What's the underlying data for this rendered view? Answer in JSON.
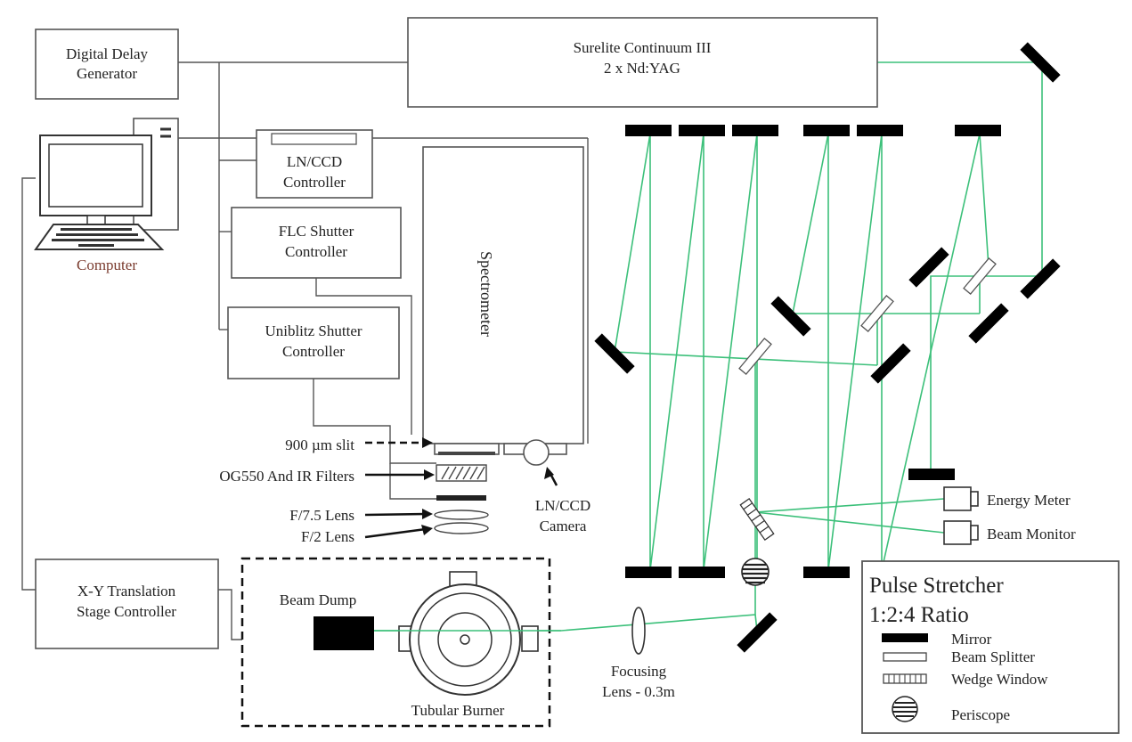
{
  "equipment": {
    "delay_generator": [
      "Digital Delay",
      "Generator"
    ],
    "laser": [
      "Surelite Continuum III",
      "2 x Nd:YAG"
    ],
    "computer": "Computer",
    "ccd_controller": [
      "LN/CCD",
      "Controller"
    ],
    "flc_controller": [
      "FLC Shutter",
      "Controller"
    ],
    "uniblitz_controller": [
      "Uniblitz Shutter",
      "Controller"
    ],
    "spectrometer": "Spectrometer",
    "xy_controller": [
      "X-Y  Translation",
      "Stage Controller"
    ],
    "ccd_camera": [
      "LN/CCD",
      "Camera"
    ],
    "energy_meter": "Energy Meter",
    "beam_monitor": "Beam Monitor",
    "beam_dump": "Beam Dump",
    "burner": "Tubular Burner",
    "focusing_lens": [
      "Focusing",
      "Lens - 0.3m"
    ]
  },
  "optics_labels": {
    "slit": "900 µm slit",
    "filters": "OG550 And IR Filters",
    "lens_f75": "F/7.5 Lens",
    "lens_f2": "F/2 Lens"
  },
  "legend": {
    "title": "Pulse Stretcher",
    "ratio": "1:2:4 Ratio",
    "mirror": "Mirror",
    "beam_splitter": "Beam Splitter",
    "wedge_window": "Wedge Window",
    "periscope": "Periscope"
  },
  "colors": {
    "beam": "#3cc07a",
    "wire": "#555555",
    "computer_label": "#7a3b2e"
  }
}
